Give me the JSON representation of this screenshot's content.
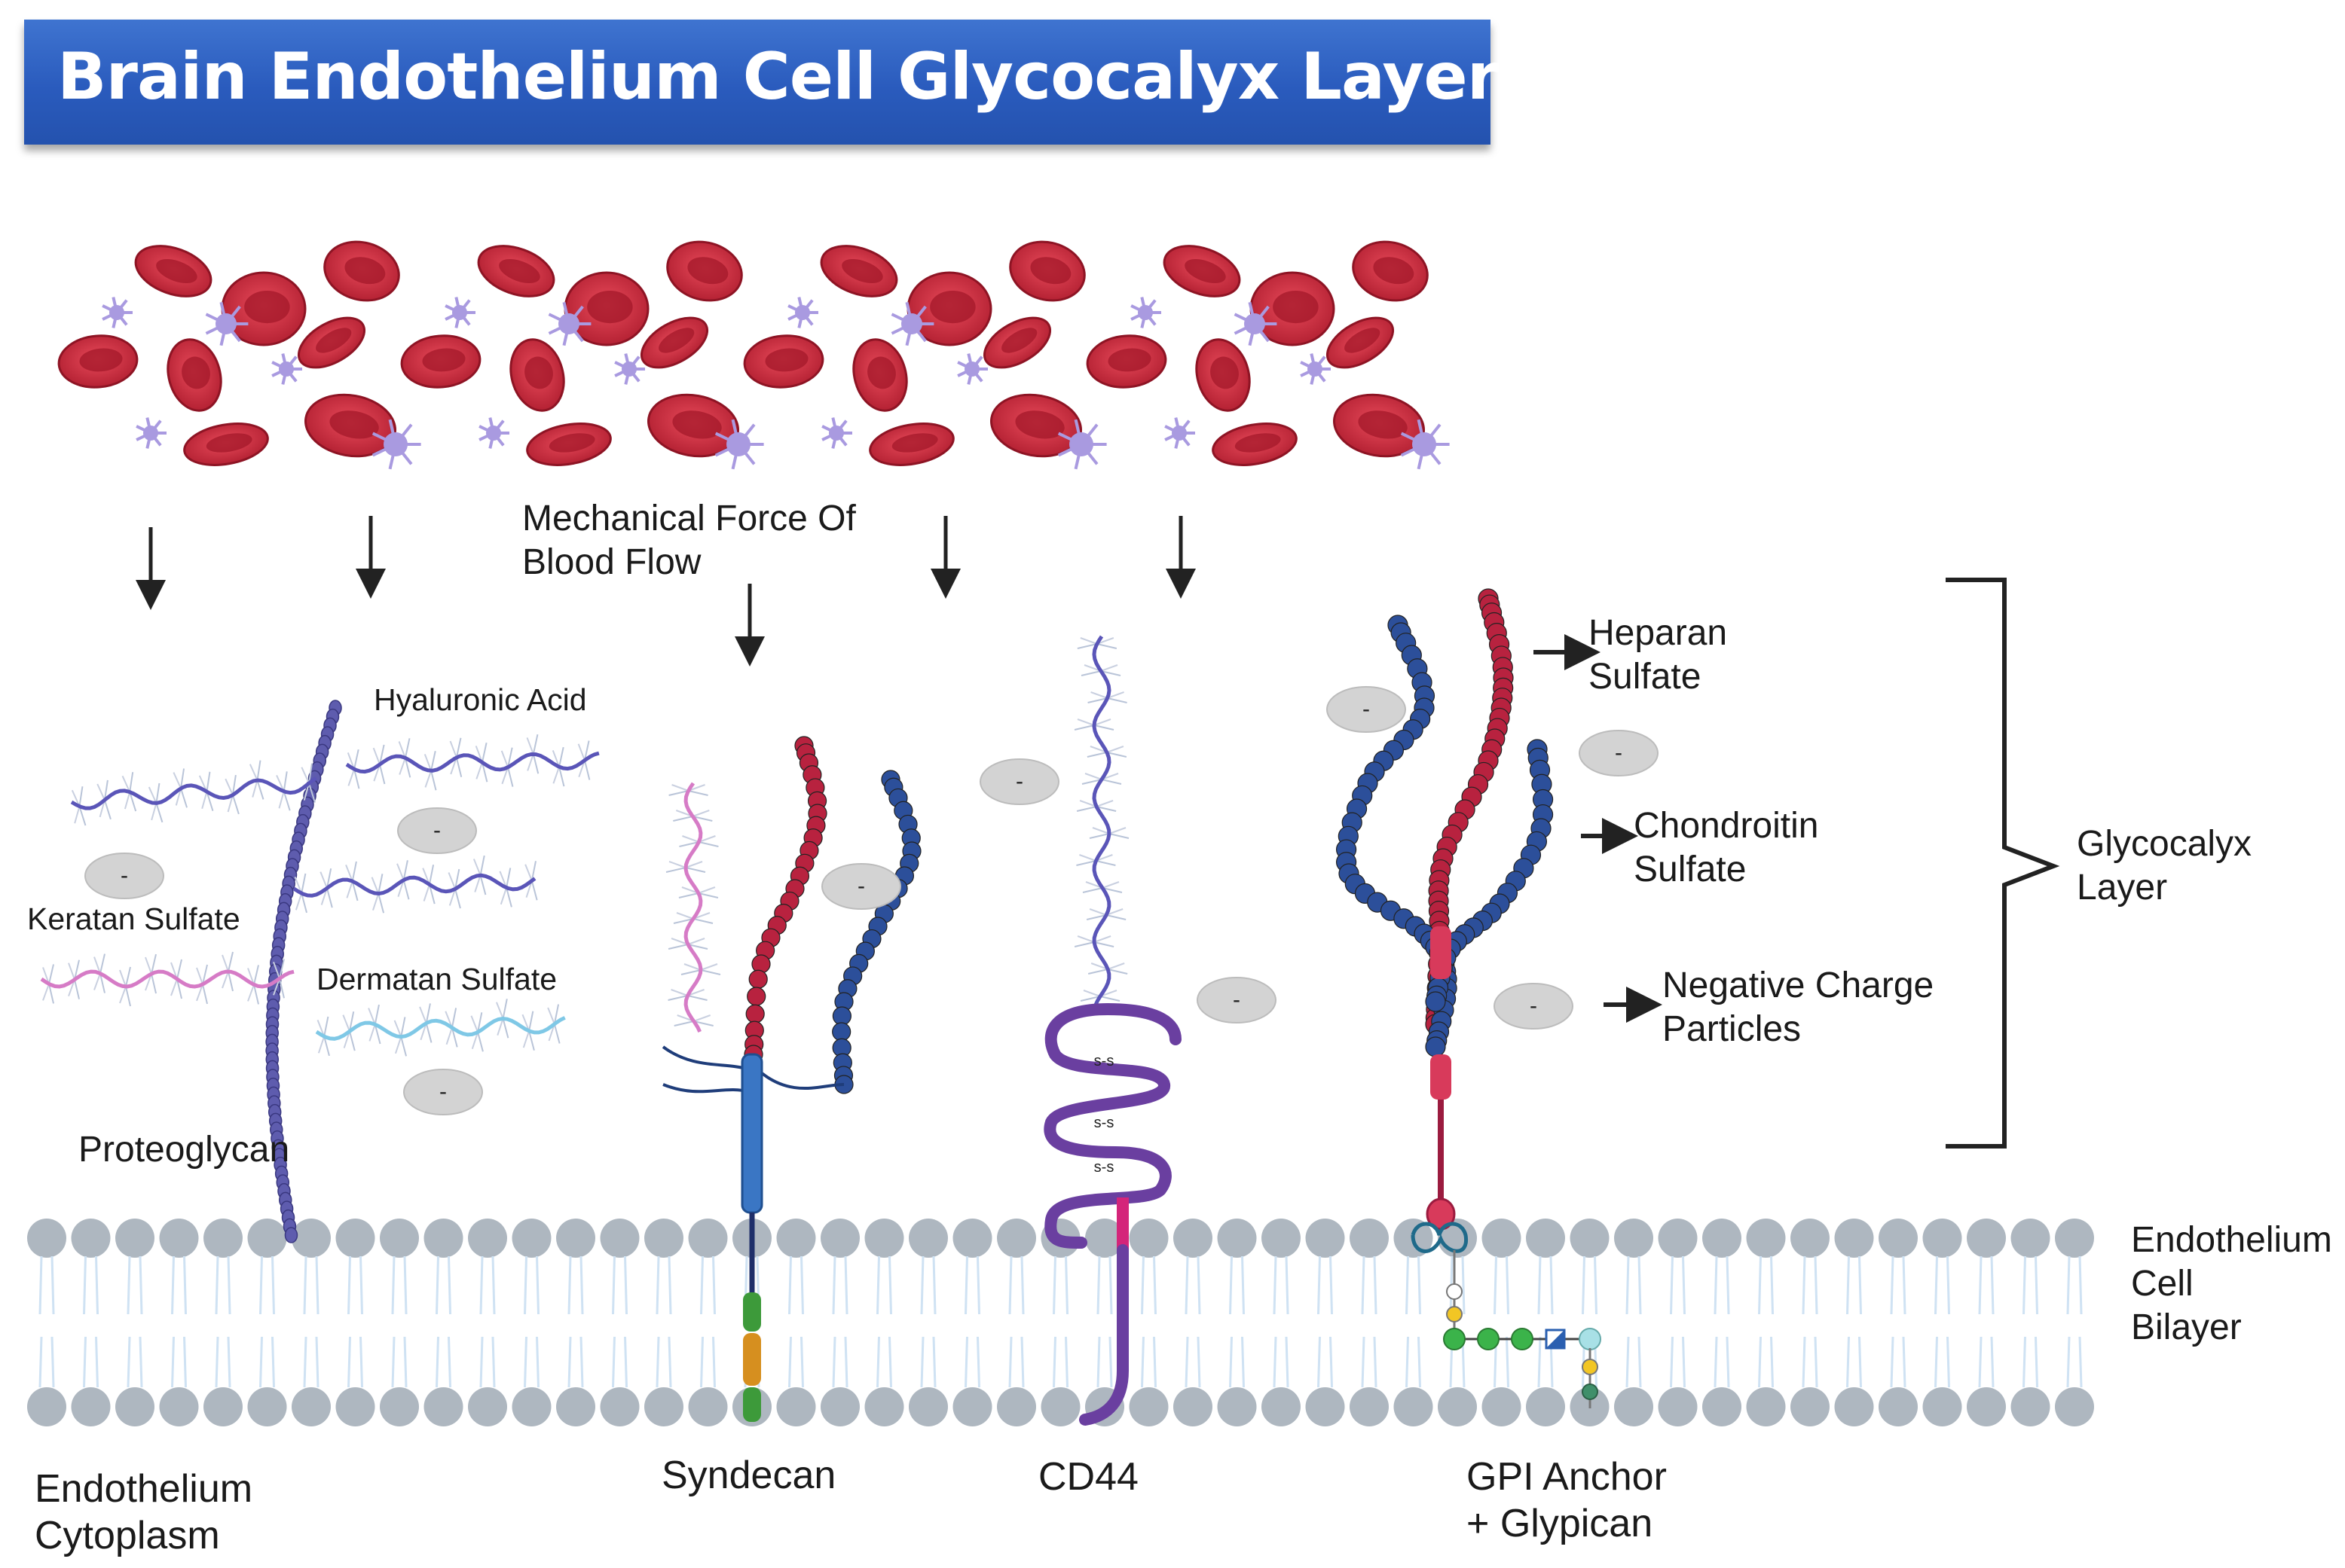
{
  "title": "Brain Endothelium Cell Glycocalyx Layer",
  "labels": {
    "mechanical_force": [
      "Mechanical Force Of",
      "Blood Flow"
    ],
    "hyaluronic_acid": "Hyaluronic Acid",
    "keratan_sulfate": "Keratan Sulfate",
    "dermatan_sulfate": "Dermatan Sulfate",
    "proteoglycan": "Proteoglycan",
    "heparan_sulfate": [
      "Heparan",
      "Sulfate"
    ],
    "chondroitin_sulfate": [
      "Chondroitin",
      "Sulfate"
    ],
    "negative_charge": [
      "Negative Charge",
      "Particles"
    ],
    "glycocalyx_layer": [
      "Glycocalyx",
      "Layer"
    ],
    "bilayer": [
      "Endothelium",
      "Cell",
      "Bilayer"
    ],
    "cytoplasm": [
      "Endothelium",
      "Cytoplasm"
    ],
    "syndecan": "Syndecan",
    "cd44": "CD44",
    "gpi": [
      "GPI Anchor",
      "+ Glypican"
    ],
    "disulfide": "s-s",
    "negative_sign": "-"
  },
  "colors": {
    "banner": "#2f62c4",
    "rbc": "#c8283a",
    "platelet": "#a99ae0",
    "heparan_sulfate": "#b8223f",
    "chondroitin_sulfate": "#2c4f9a",
    "hyaluronic_acid": "#5a55b8",
    "keratan_sulfate": "#d67bc6",
    "dermatan_sulfate": "#7fc8e6",
    "cd44": "#6a3fa0",
    "lipid_head": "#aeb7c0",
    "charge_particle": "#d3d3d3"
  }
}
